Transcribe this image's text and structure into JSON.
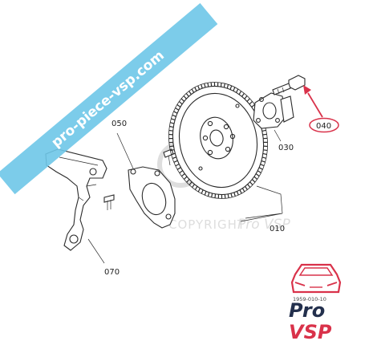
{
  "watermark_banner": {
    "text": "pro-piece-vsp.com",
    "color": "#6ec6e8"
  },
  "copyright_mark": {
    "text": "COPYRIGHT",
    "brand": "Pro VSP"
  },
  "callouts": {
    "flywheel": "010",
    "flange": "030",
    "bolt": "040",
    "plate": "050",
    "bracket": "070"
  },
  "drawing_code": "1959-010-10",
  "logo": {
    "line1": "Pro",
    "line2": "VSP",
    "dark": "#23304d",
    "accent": "#d9324a"
  },
  "highlight_color": "#d9324a"
}
